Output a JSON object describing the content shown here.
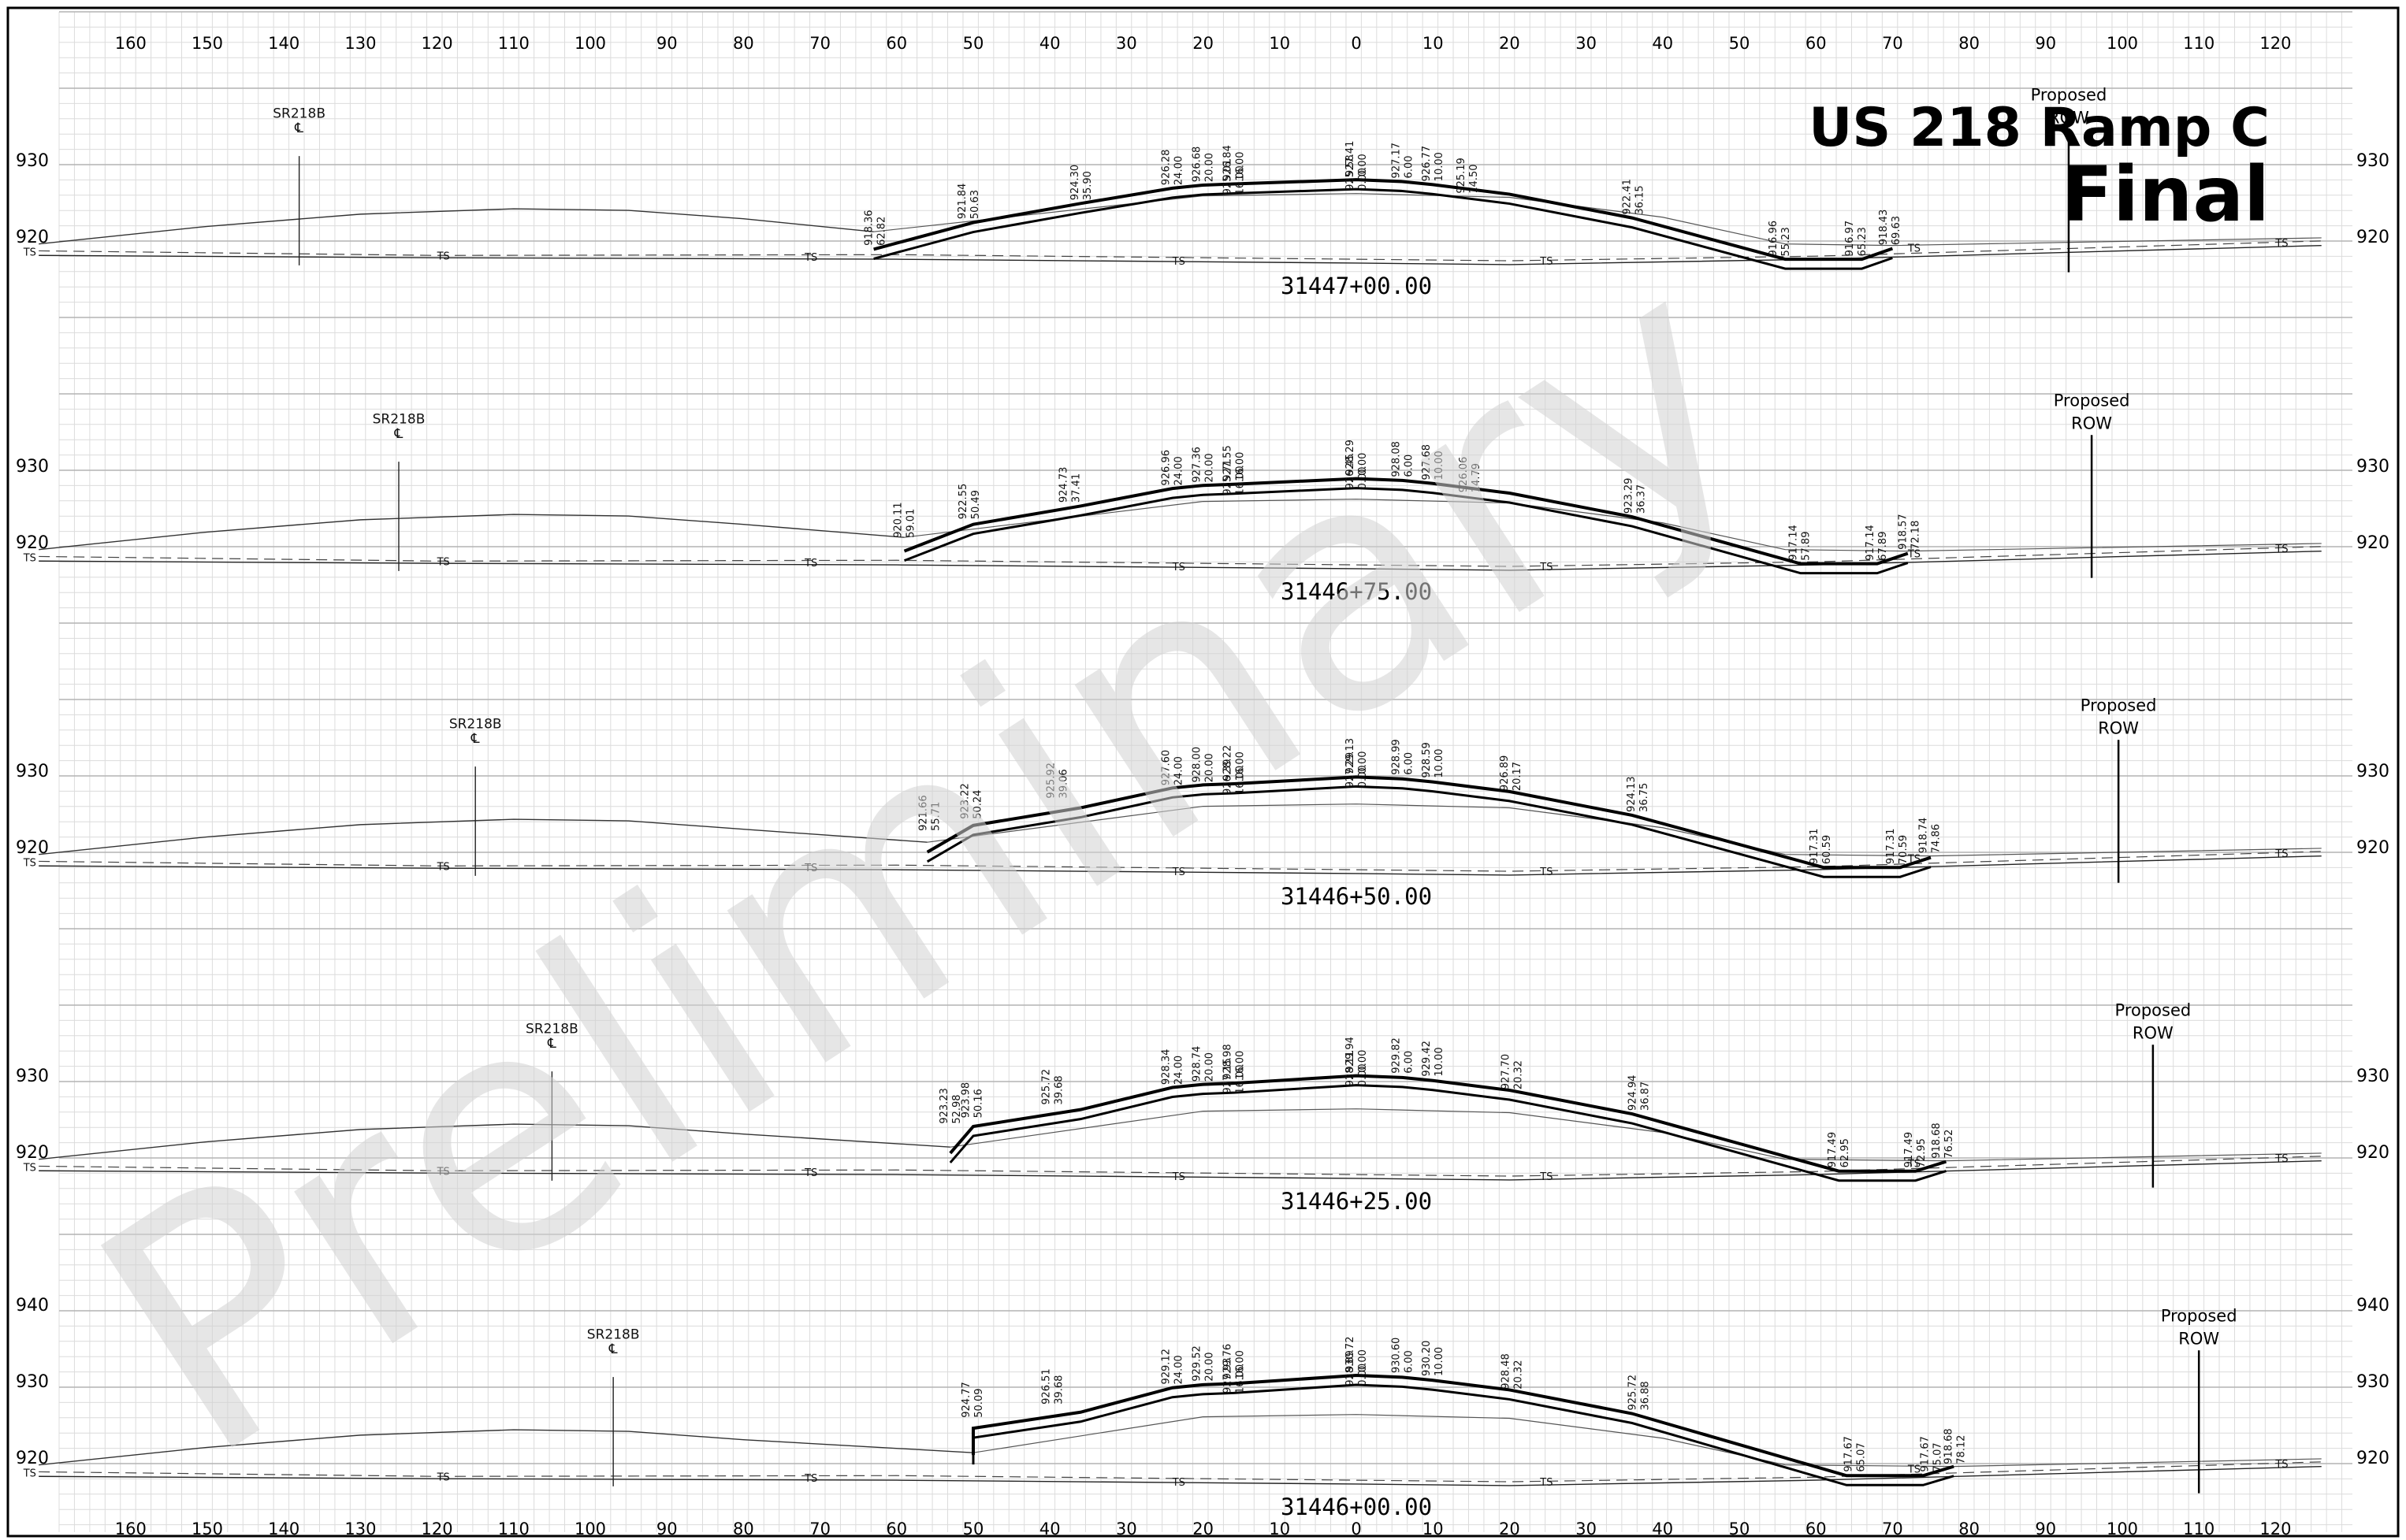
{
  "title": {
    "line1": "US 218 Ramp C",
    "line2": "Final"
  },
  "watermark": "Preliminary",
  "offset_labels": {
    "left": [
      "160",
      "150",
      "140",
      "130",
      "120",
      "110",
      "100",
      "90",
      "80",
      "70",
      "60",
      "50",
      "40",
      "30",
      "20",
      "10"
    ],
    "center": "0",
    "right": [
      "10",
      "20",
      "30",
      "40",
      "50",
      "60",
      "70",
      "80",
      "90",
      "100",
      "110",
      "120"
    ]
  },
  "ts_label": "TS",
  "sections": [
    {
      "station": "31447+00.00",
      "elevations": [
        "930",
        "920"
      ],
      "centerline_label": "SR218B",
      "centerline_symbol": "℄",
      "row_label": [
        "Proposed",
        "ROW"
      ],
      "annotations": [
        {
          "e": "918.36",
          "o": "62.82"
        },
        {
          "e": "921.84",
          "o": "50.63"
        },
        {
          "e": "924.30",
          "o": "35.90"
        },
        {
          "e": "926.28",
          "o": "24.00"
        },
        {
          "e": "926.68",
          "o": "20.00"
        },
        {
          "e": "926.84",
          "o": "16.00"
        },
        {
          "e": "925.01",
          "o": "16.00"
        },
        {
          "e": "927.41",
          "o": "0.00"
        },
        {
          "e": "925.58",
          "o": "0.00"
        },
        {
          "e": "927.17",
          "o": "6.00"
        },
        {
          "e": "926.77",
          "o": "10.00"
        },
        {
          "e": "925.19",
          "o": "14.50"
        },
        {
          "e": "922.41",
          "o": "36.15"
        },
        {
          "e": "916.96",
          "o": "55.23"
        },
        {
          "e": "916.97",
          "o": "65.23"
        },
        {
          "e": "918.43",
          "o": "69.63"
        }
      ]
    },
    {
      "station": "31446+75.00",
      "elevations": [
        "930",
        "920"
      ],
      "centerline_label": "SR218B",
      "centerline_symbol": "℄",
      "row_label": [
        "Proposed",
        "ROW"
      ],
      "annotations": [
        {
          "e": "920.11",
          "o": "59.01"
        },
        {
          "e": "922.55",
          "o": "50.49"
        },
        {
          "e": "924.73",
          "o": "37.41"
        },
        {
          "e": "926.96",
          "o": "24.00"
        },
        {
          "e": "927.36",
          "o": "20.00"
        },
        {
          "e": "927.55",
          "o": "16.00"
        },
        {
          "e": "925.71",
          "o": "16.00"
        },
        {
          "e": "928.29",
          "o": "0.00"
        },
        {
          "e": "926.45",
          "o": "0.00"
        },
        {
          "e": "928.08",
          "o": "6.00"
        },
        {
          "e": "927.68",
          "o": "10.00"
        },
        {
          "e": "926.06",
          "o": "14.79"
        },
        {
          "e": "923.29",
          "o": "36.37"
        },
        {
          "e": "917.14",
          "o": "57.89"
        },
        {
          "e": "917.14",
          "o": "67.89"
        },
        {
          "e": "918.57",
          "o": "72.18"
        }
      ]
    },
    {
      "station": "31446+50.00",
      "elevations": [
        "930",
        "920"
      ],
      "centerline_label": "SR218B",
      "centerline_symbol": "℄",
      "row_label": [
        "Proposed",
        "ROW"
      ],
      "annotations": [
        {
          "e": "921.66",
          "o": "55.71"
        },
        {
          "e": "923.22",
          "o": "50.24"
        },
        {
          "e": "925.92",
          "o": "39.06"
        },
        {
          "e": "927.60",
          "o": "24.00"
        },
        {
          "e": "928.00",
          "o": "20.00"
        },
        {
          "e": "928.22",
          "o": "16.00"
        },
        {
          "e": "926.39",
          "o": "16.00"
        },
        {
          "e": "929.13",
          "o": "0.00"
        },
        {
          "e": "927.29",
          "o": "0.00"
        },
        {
          "e": "928.99",
          "o": "6.00"
        },
        {
          "e": "928.59",
          "o": "10.00"
        },
        {
          "e": "926.89",
          "o": "20.17"
        },
        {
          "e": "924.13",
          "o": "36.75"
        },
        {
          "e": "917.31",
          "o": "60.59"
        },
        {
          "e": "917.31",
          "o": "70.59"
        },
        {
          "e": "918.74",
          "o": "74.86"
        }
      ]
    },
    {
      "station": "31446+25.00",
      "elevations": [
        "930",
        "920"
      ],
      "centerline_label": "SR218B",
      "centerline_symbol": "℄",
      "row_label": [
        "Proposed",
        "ROW"
      ],
      "annotations": [
        {
          "e": "923.23",
          "o": "52.98"
        },
        {
          "e": "923.98",
          "o": "50.16"
        },
        {
          "e": "925.72",
          "o": "39.68"
        },
        {
          "e": "928.34",
          "o": "24.00"
        },
        {
          "e": "928.74",
          "o": "20.00"
        },
        {
          "e": "928.98",
          "o": "16.00"
        },
        {
          "e": "927.15",
          "o": "16.00"
        },
        {
          "e": "929.94",
          "o": "0.00"
        },
        {
          "e": "928.11",
          "o": "0.00"
        },
        {
          "e": "929.82",
          "o": "6.00"
        },
        {
          "e": "929.42",
          "o": "10.00"
        },
        {
          "e": "927.70",
          "o": "20.32"
        },
        {
          "e": "924.94",
          "o": "36.87"
        },
        {
          "e": "917.49",
          "o": "62.95"
        },
        {
          "e": "917.49",
          "o": "72.95"
        },
        {
          "e": "918.68",
          "o": "76.52"
        }
      ]
    },
    {
      "station": "31446+00.00",
      "elevations": [
        "940",
        "930",
        "920"
      ],
      "centerline_label": "SR218B",
      "centerline_symbol": "℄",
      "row_label": [
        "Proposed",
        "ROW"
      ],
      "annotations": [
        {
          "e": "924.77",
          "o": "50.09"
        },
        {
          "e": "926.51",
          "o": "39.68"
        },
        {
          "e": "929.12",
          "o": "24.00"
        },
        {
          "e": "929.52",
          "o": "20.00"
        },
        {
          "e": "929.76",
          "o": "16.00"
        },
        {
          "e": "927.93",
          "o": "16.00"
        },
        {
          "e": "930.72",
          "o": "0.00"
        },
        {
          "e": "928.89",
          "o": "0.00"
        },
        {
          "e": "930.60",
          "o": "6.00"
        },
        {
          "e": "930.20",
          "o": "10.00"
        },
        {
          "e": "928.48",
          "o": "20.32"
        },
        {
          "e": "925.72",
          "o": "36.88"
        },
        {
          "e": "917.67",
          "o": "65.07"
        },
        {
          "e": "917.67",
          "o": "75.07"
        },
        {
          "e": "918.68",
          "o": "78.12"
        }
      ]
    }
  ]
}
